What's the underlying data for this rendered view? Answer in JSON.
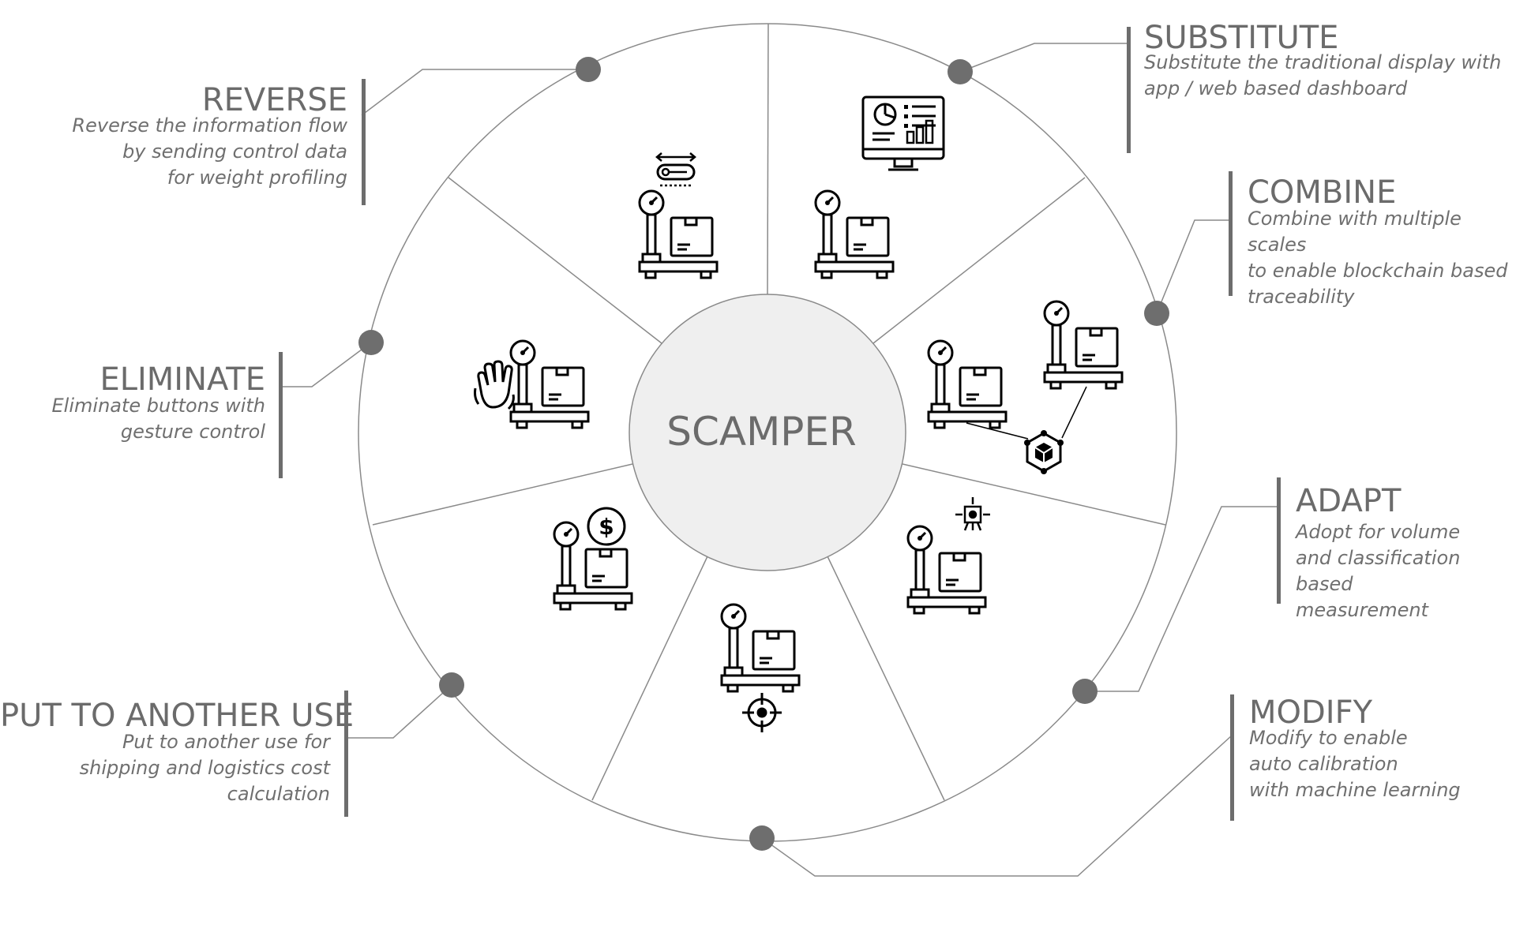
{
  "center": {
    "label": "SCAMPER"
  },
  "items": [
    {
      "key": "substitute",
      "title": "SUBSTITUTE",
      "desc": "Substitute the traditional display with\napp / web based dashboard",
      "icon": "dashboard-monitor-icon"
    },
    {
      "key": "combine",
      "title": "COMBINE",
      "desc": "Combine with multiple scales\nto enable blockchain based\ntraceability",
      "icon": "blockchain-scales-icon"
    },
    {
      "key": "adapt",
      "title": "ADAPT",
      "desc": "Adopt for volume\nand classification based\nmeasurement",
      "icon": "volume-sensor-scale-icon"
    },
    {
      "key": "modify",
      "title": "MODIFY",
      "desc": "Modify to enable\nauto calibration\nwith machine learning",
      "icon": "calibration-target-scale-icon"
    },
    {
      "key": "put_to_another_use",
      "title": "PUT TO ANOTHER USE",
      "desc": "Put to another use for\nshipping and logistics cost\ncalculation",
      "icon": "dollar-scale-icon"
    },
    {
      "key": "eliminate",
      "title": "ELIMINATE",
      "desc": "Eliminate buttons with\ngesture control",
      "icon": "gesture-hand-scale-icon"
    },
    {
      "key": "reverse",
      "title": "REVERSE",
      "desc": "Reverse the information flow\nby sending control data \nfor weight profiling",
      "icon": "slider-control-scale-icon"
    }
  ],
  "colors": {
    "ring": "#8a8a8a",
    "dot": "#6e6e6e",
    "center_fill": "#efefef",
    "bar": "#6d6d6d",
    "text": "#6b6b6b",
    "icon": "#000000"
  }
}
